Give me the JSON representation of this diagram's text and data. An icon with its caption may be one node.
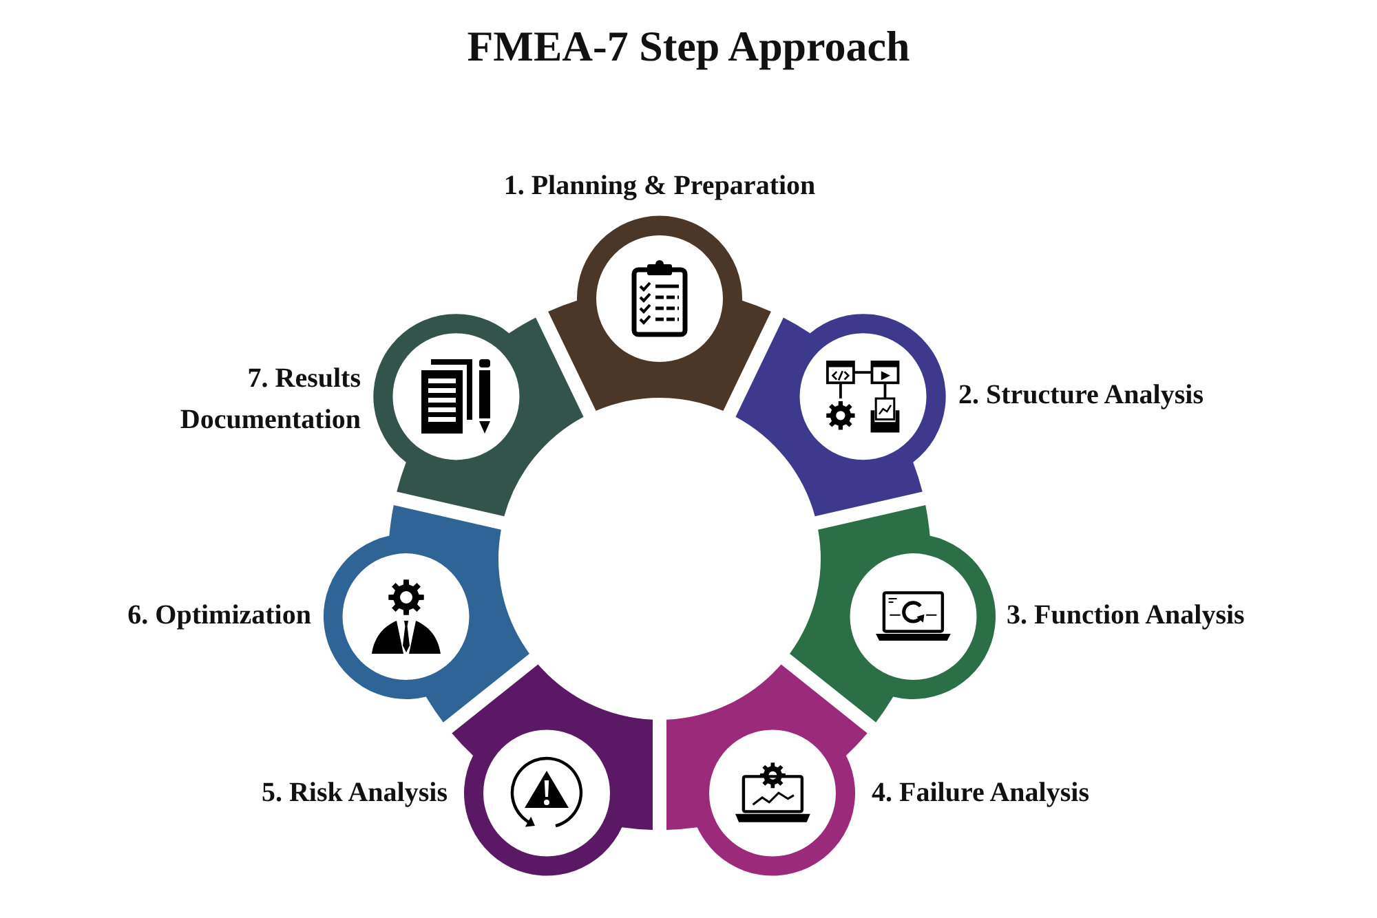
{
  "diagram": {
    "title": "FMEA-7 Step Approach",
    "nodes": [
      {
        "text": [
          "1. Planning & Preparation"
        ]
      },
      {
        "text": [
          "2. Structure Analysis"
        ]
      },
      {
        "text": [
          "3. Function Analysis"
        ]
      },
      {
        "text": [
          "4. Failure Analysis"
        ]
      },
      {
        "text": [
          "5. Risk Analysis"
        ]
      },
      {
        "text": [
          "6. Optimization"
        ]
      },
      {
        "text": [
          "7. Results Documentation"
        ]
      }
    ]
  }
}
